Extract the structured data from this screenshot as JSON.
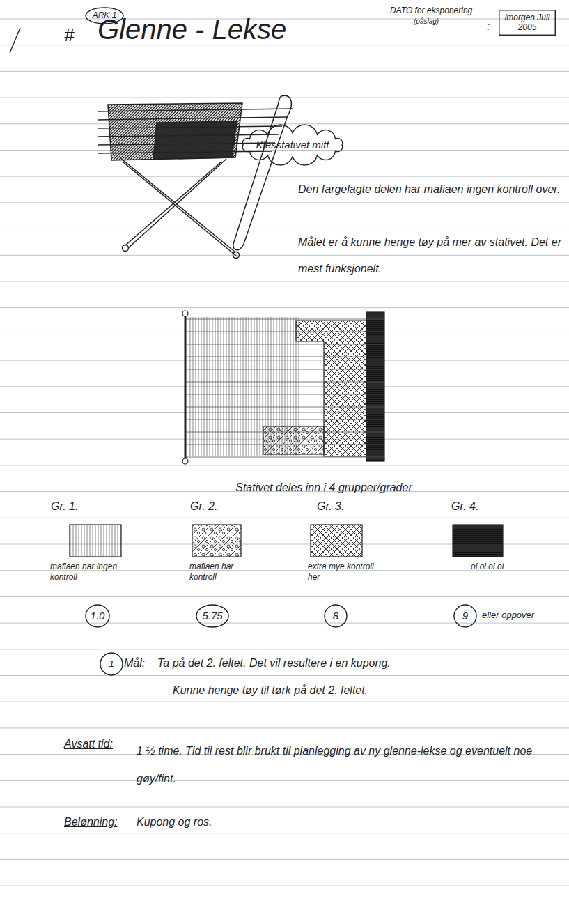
{
  "diagram": {
    "title": "Glenne - Lekse",
    "nodes": [
      {
        "text": [
          "ARK 1"
        ]
      },
      {
        "text": [
          "imorgen Juli 2005"
        ]
      },
      {
        "text": [
          "Klesstativet mitt"
        ]
      },
      {
        "text": [
          "1.0"
        ]
      },
      {
        "text": [
          "5.75"
        ]
      },
      {
        "text": [
          "8"
        ]
      },
      {
        "text": [
          "9"
        ]
      },
      {
        "text": [
          "1"
        ]
      }
    ],
    "labels": [
      "#",
      "DATO for eksponering",
      "(påslag)",
      ":",
      "Den fargelagte delen har mafiaen ingen kontroll over.",
      "Målet er å kunne henge tøy på mer av stativet. Det er mest funksjonelt.",
      "Stativet deles inn i 4 grupper/grader",
      "Gr. 1.",
      "Gr. 2.",
      "Gr. 3.",
      "Gr. 4.",
      "mafiaen har ingen kontroll",
      "mafiaen har kontroll",
      "extra mye kontroll her",
      "oi oi oi oi",
      "eller oppover",
      "Mål:",
      "Ta på det 2. feltet. Det vil resultere i en kupong.",
      "Kunne henge tøy til tørk på det 2. feltet.",
      "Avsatt tid:",
      "1 ½ time. Tid til rest blir brukt til planlegging av ny glenne-lekse og eventuelt noe gøy/fint.",
      "Belønning:",
      "Kupong og ros."
    ]
  }
}
